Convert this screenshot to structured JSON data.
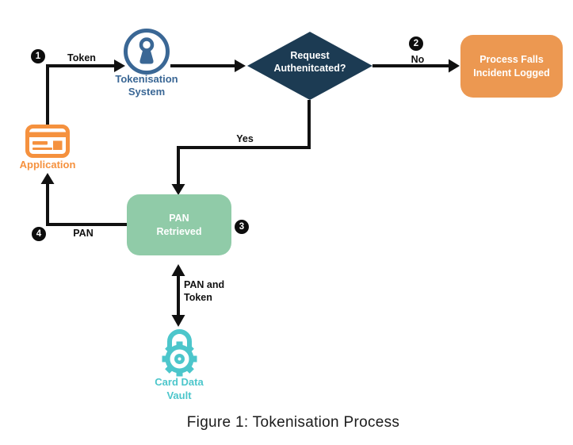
{
  "colors": {
    "navy": "#1C3B53",
    "orange": "#EC9851",
    "icon_orange": "#F5913E",
    "green": "#90CBA8",
    "teal": "#4CC6CB",
    "blue": "#3A6795",
    "line": "#111111"
  },
  "nodes": {
    "application": {
      "label": "Application"
    },
    "tokenisation_system": {
      "line1": "Tokenisation",
      "line2": "System"
    },
    "decision": {
      "line1": "Request",
      "line2": "Authenitcated?"
    },
    "process_fails": {
      "line1": "Process Falls",
      "line2": "Incident Logged"
    },
    "pan_retrieved": {
      "line1": "PAN",
      "line2": "Retrieved"
    },
    "card_data_vault": {
      "line1": "Card Data",
      "line2": "Vault"
    }
  },
  "edges": {
    "token": {
      "label": "Token"
    },
    "no": {
      "label": "No"
    },
    "yes": {
      "label": "Yes"
    },
    "pan": {
      "label": "PAN"
    },
    "pan_and_token": {
      "line1": "PAN and",
      "line2": "Token"
    }
  },
  "badges": {
    "one": "1",
    "two": "2",
    "three": "3",
    "four": "4"
  },
  "caption": "Figure 1: Tokenisation Process"
}
